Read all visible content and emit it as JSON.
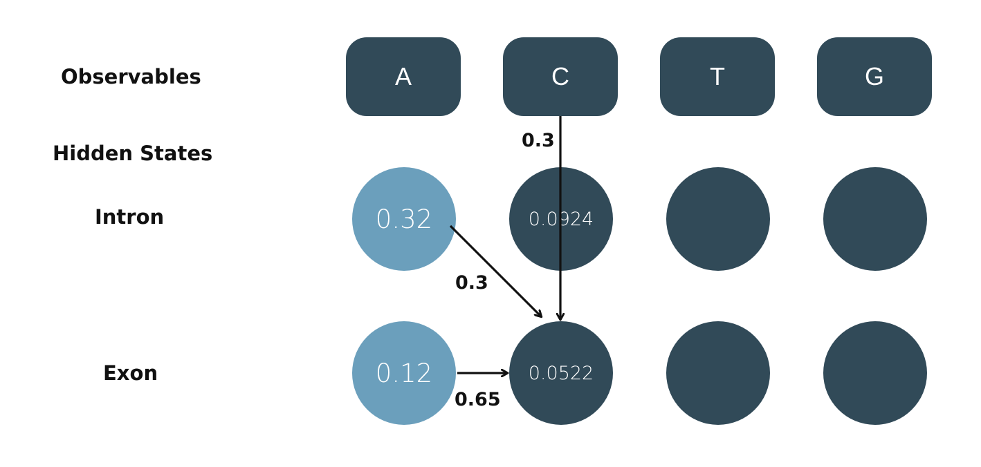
{
  "colors": {
    "dark": "#314a58",
    "light": "#6b9fbc",
    "text_on_shape": "#ffffff",
    "arrow": "#111111"
  },
  "row_labels": {
    "observables": "Observables",
    "hidden_states": "Hidden States",
    "intron": "Intron",
    "exon": "Exon"
  },
  "observables": [
    "A",
    "C",
    "T",
    "G"
  ],
  "intron_values": [
    "0.32",
    "0.0924",
    "",
    ""
  ],
  "exon_values": [
    "0.12",
    "0.0522",
    "",
    ""
  ],
  "edges": {
    "emission_c": "0.3",
    "intron_a_to_exon_c": "0.3",
    "exon_a_to_exon_c": "0.65"
  }
}
